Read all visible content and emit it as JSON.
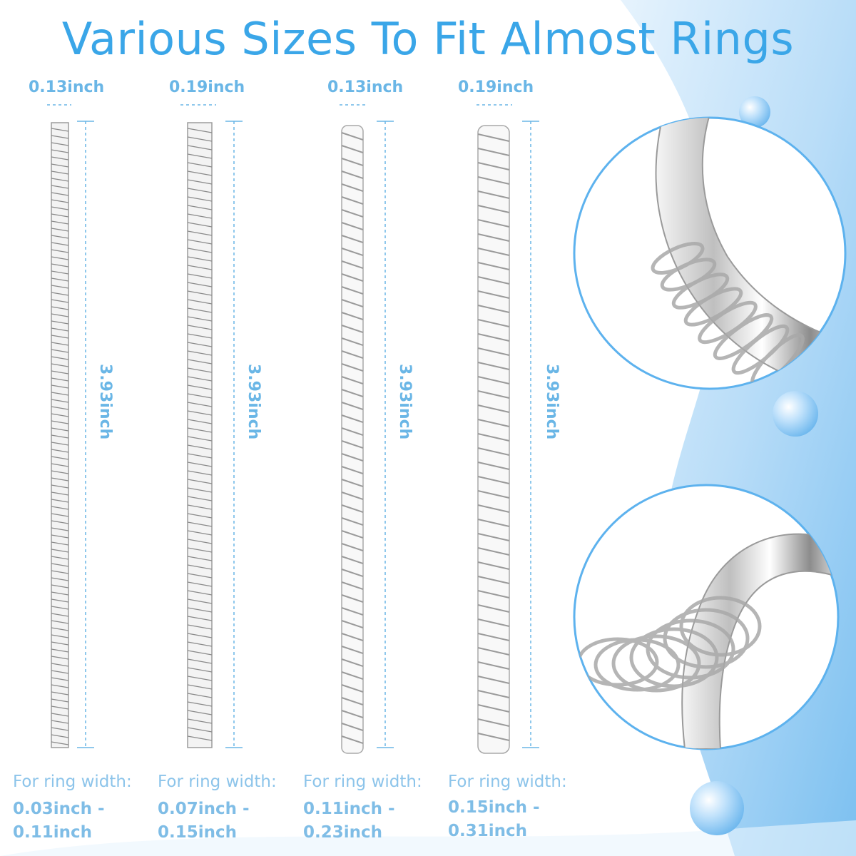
{
  "title": "Various Sizes To Fit Almost Rings",
  "products": [
    {
      "diameter": "0.13inch",
      "length": "3.93inch",
      "for_label": "For ring width:",
      "range_line1": "0.03inch -",
      "range_line2": "0.11inch"
    },
    {
      "diameter": "0.19inch",
      "length": "3.93inch",
      "for_label": "For ring width:",
      "range_line1": "0.07inch -",
      "range_line2": "0.15inch"
    },
    {
      "diameter": "0.13inch",
      "length": "3.93inch",
      "for_label": "For ring width:",
      "range_line1": "0.11inch -",
      "range_line2": "0.23inch"
    },
    {
      "diameter": "0.19inch",
      "length": "3.93inch",
      "for_label": "For ring width:",
      "range_line1": "0.15inch -",
      "range_line2": "0.31inch"
    }
  ],
  "colors": {
    "accent": "#3aa6e8",
    "label": "#6ab6e6",
    "wave": "#cfe8fb",
    "wave_dark": "#8cc8f3"
  }
}
